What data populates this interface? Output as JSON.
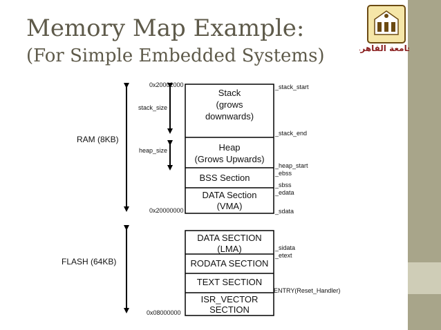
{
  "slide": {
    "title": "Memory Map Example:",
    "subtitle": "(For Simple Embedded Systems)"
  },
  "logo": {
    "icon": "university-crest-icon",
    "caption": "جامعة القاهرة"
  },
  "colors": {
    "title": "#5e5a4a",
    "sidebar": "#a8a58a",
    "sidebar_block": "#cfcdb7",
    "line": "#000000"
  },
  "regions": {
    "ram": "RAM (8KB)",
    "flash": "FLASH (64KB)"
  },
  "sizes": {
    "stack": "stack_size",
    "heap": "heap_size"
  },
  "addresses": {
    "ram_top": "0x20002000",
    "ram_base": "0x20000000",
    "flash_base": "0x08000000"
  },
  "ram_sections": [
    {
      "lines": [
        "Stack",
        "(grows",
        "downwards)"
      ]
    },
    {
      "lines": [
        "Heap",
        "(Grows Upwards)"
      ]
    },
    {
      "lines": [
        "BSS Section"
      ]
    },
    {
      "lines": [
        "DATA Section",
        "(VMA)"
      ]
    }
  ],
  "flash_sections": [
    {
      "lines": [
        "DATA SECTION",
        "(LMA)"
      ]
    },
    {
      "lines": [
        "RODATA SECTION"
      ]
    },
    {
      "lines": [
        "TEXT SECTION"
      ]
    },
    {
      "lines": [
        "ISR_VECTOR",
        "SECTION"
      ]
    }
  ],
  "symbols": {
    "stack_start": "_stack_start",
    "stack_end": "_stack_end",
    "heap_start": "_heap_start",
    "ebss": "_ebss",
    "sbss": "_sbss",
    "edata": "_edata",
    "sdata": "_sdata",
    "sidata": "_sidata",
    "etext": "_etext",
    "entry": "ENTRY(Reset_Handler)"
  }
}
